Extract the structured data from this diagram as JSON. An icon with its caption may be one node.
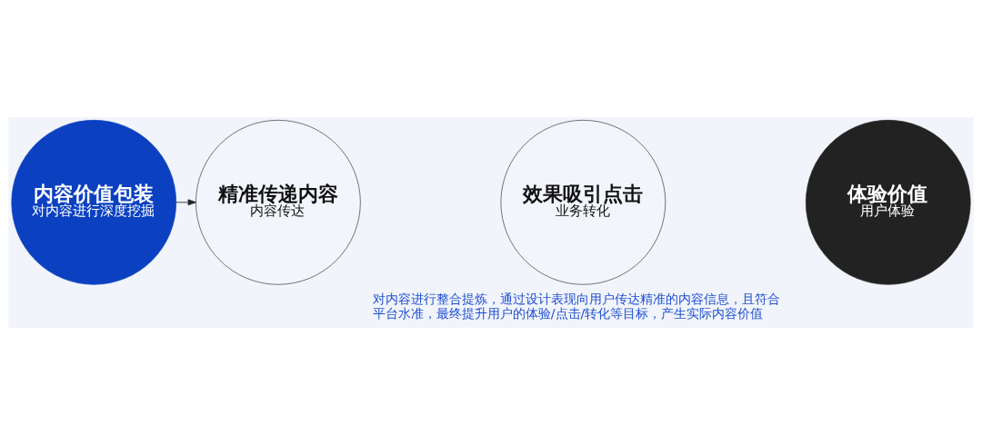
{
  "diagram": {
    "nodes": [
      {
        "text": [
          "内容价值包装",
          "对内容进行深度挖掘"
        ]
      },
      {
        "text": [
          "精准传递内容",
          "内容传达"
        ]
      },
      {
        "text": [
          "效果吸引点击",
          "业务转化"
        ]
      },
      {
        "text": [
          "体验价值",
          "用户体验"
        ]
      }
    ],
    "edges": [
      {
        "from": 0,
        "to": 1,
        "arrow": "to"
      }
    ],
    "labels": [
      "对内容进行整合提炼，通过设计表现向用户传达精准的内容信息，且符合平台水准，最终提升用户的体验/点击/转化等目标，产生实际内容价值"
    ]
  }
}
